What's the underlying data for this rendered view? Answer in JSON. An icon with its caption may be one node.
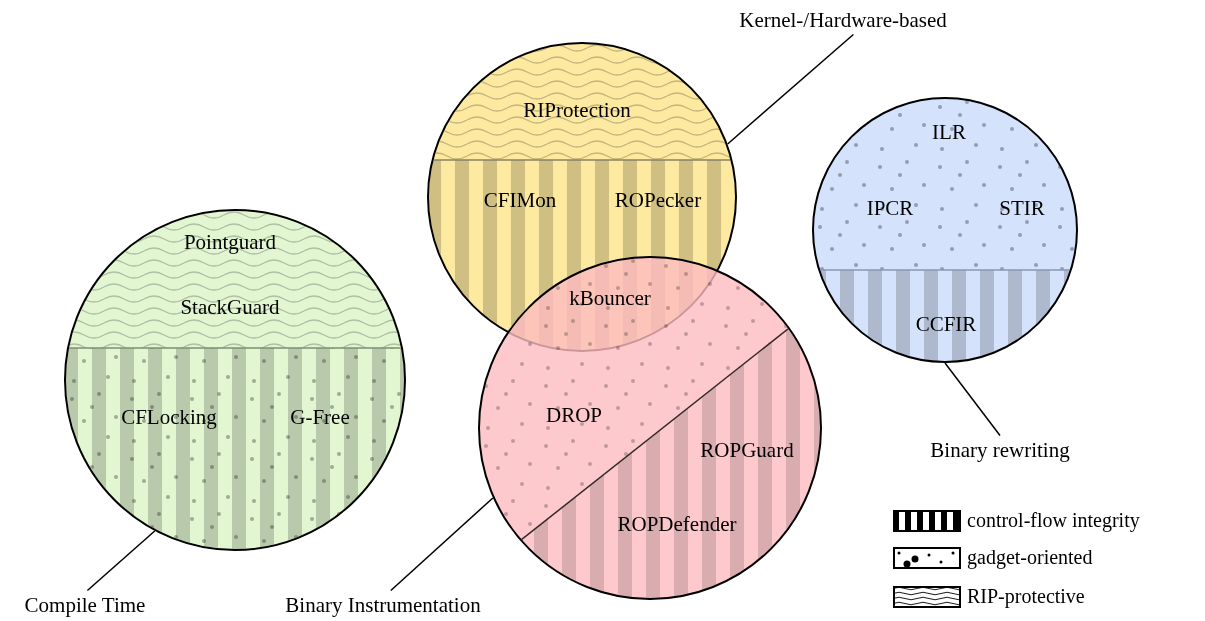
{
  "diagram": {
    "nodes": [
      {
        "text": [
          "Kernel-/Hardware-based"
        ]
      },
      {
        "text": [],
        "shape": "circle"
      },
      {
        "text": [
          "RIProtection"
        ],
        "in": 1
      },
      {
        "text": [
          "CFIMon"
        ],
        "in": 1
      },
      {
        "text": [
          "ROPecker"
        ],
        "in": 1
      },
      {
        "text": [
          "kBouncer"
        ]
      },
      {
        "text": [],
        "shape": "circle"
      },
      {
        "text": [
          "Pointguard"
        ],
        "in": 6
      },
      {
        "text": [
          "StackGuard"
        ],
        "in": 6
      },
      {
        "text": [
          "CFLocking"
        ],
        "in": 6
      },
      {
        "text": [
          "G-Free"
        ],
        "in": 6
      },
      {
        "text": [],
        "shape": "circle"
      },
      {
        "text": [
          "ILR"
        ],
        "in": 11
      },
      {
        "text": [
          "IPCR"
        ],
        "in": 11
      },
      {
        "text": [
          "STIR"
        ],
        "in": 11
      },
      {
        "text": [
          "CCFIR"
        ],
        "in": 11
      },
      {
        "text": [],
        "shape": "circle"
      },
      {
        "text": [
          "DROP"
        ],
        "in": 16
      },
      {
        "text": [
          "ROPGuard"
        ],
        "in": 16
      },
      {
        "text": [
          "ROPDefender"
        ],
        "in": 16
      },
      {
        "text": [
          "Binary rewriting"
        ]
      },
      {
        "text": [
          "Compile Time"
        ]
      },
      {
        "text": [
          "Binary Instrumentation"
        ]
      }
    ],
    "edges": [
      {
        "from": 0,
        "to": 1,
        "arrow": "none"
      },
      {
        "from": 20,
        "to": 11,
        "arrow": "none"
      },
      {
        "from": 21,
        "to": 6,
        "arrow": "none"
      },
      {
        "from": 22,
        "to": 16,
        "arrow": "none"
      }
    ],
    "legend": [
      {
        "text": "control-flow integrity"
      },
      {
        "text": "gadget-oriented"
      },
      {
        "text": "RIP-protective"
      }
    ]
  }
}
